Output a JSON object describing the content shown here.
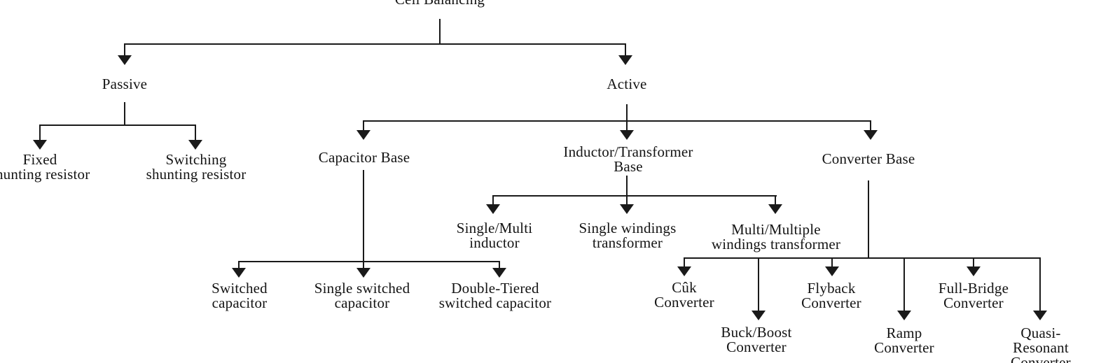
{
  "diagram_title": "Cell Balancing",
  "colors": {
    "background": "#ffffff",
    "line": "#1a1a1a",
    "text": "#141414"
  },
  "tree": {
    "label": "Cell Balancing",
    "children": [
      {
        "label": "Passive",
        "children": [
          {
            "label": "Fixed\nshunting resistor"
          },
          {
            "label": "Switching\nshunting resistor"
          }
        ]
      },
      {
        "label": "Active",
        "children": [
          {
            "label": "Capacitor Base",
            "children": [
              {
                "label": "Switched\ncapacitor"
              },
              {
                "label": "Single switched\ncapacitor"
              },
              {
                "label": "Double-Tiered\nswitched capacitor"
              }
            ]
          },
          {
            "label": "Inductor/Transformer\nBase",
            "children": [
              {
                "label": "Single/Multi\ninductor"
              },
              {
                "label": "Single windings\ntransformer"
              },
              {
                "label": "Multi/Multiple\nwindings transformer"
              }
            ]
          },
          {
            "label": "Converter Base",
            "children": [
              {
                "label": "Cûk\nConverter"
              },
              {
                "label": "Buck/Boost\nConverter"
              },
              {
                "label": "Flyback\nConverter"
              },
              {
                "label": "Ramp\nConverter"
              },
              {
                "label": "Full-Bridge\nConverter"
              },
              {
                "label": "Quasi-Resonant\nConverter"
              }
            ]
          }
        ]
      }
    ]
  }
}
